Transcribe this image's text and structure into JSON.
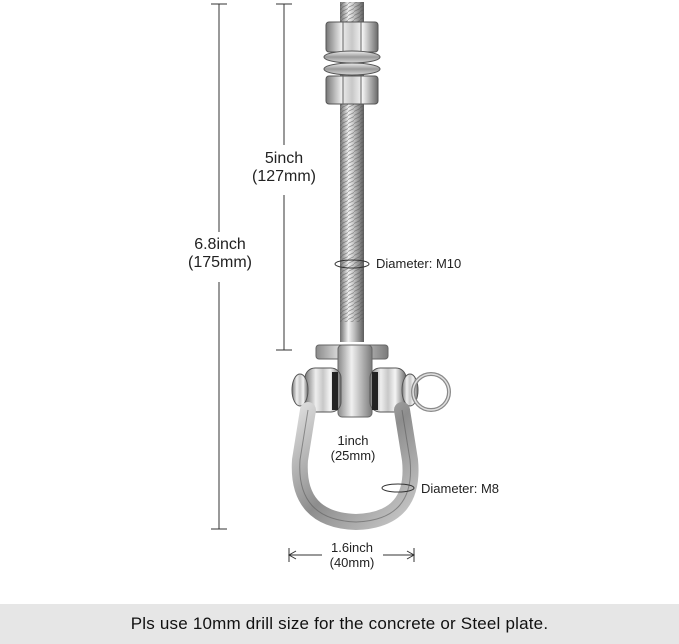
{
  "dimensions": {
    "total_length": {
      "inch": "6.8inch",
      "mm": "(175mm)"
    },
    "bolt_length": {
      "inch": "5inch",
      "mm": "(127mm)"
    },
    "bolt_diameter": "Diameter: M10",
    "shackle_opening": {
      "inch": "1inch",
      "mm": "(25mm)"
    },
    "shackle_diameter": "Diameter: M8",
    "shackle_width": {
      "inch": "1.6inch",
      "mm": "(40mm)"
    }
  },
  "footer_note": "Pls use 10mm drill size for the concrete or Steel plate.",
  "colors": {
    "background": "#ffffff",
    "footer_band": "#e6e6e6",
    "metal_light": "#e8e8e8",
    "metal_mid": "#a9a9a9",
    "metal_dark": "#5a5a5a",
    "dimension_line": "#333333"
  }
}
